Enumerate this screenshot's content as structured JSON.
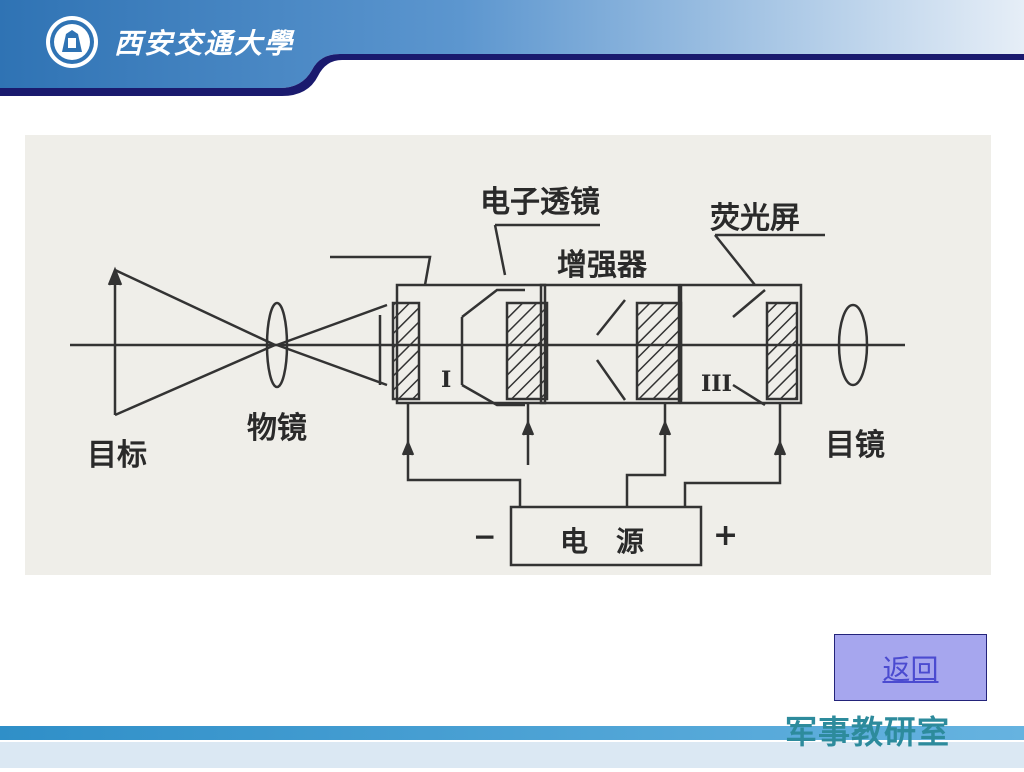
{
  "header": {
    "university_name": "西安交通大學",
    "colors": {
      "band": "#3a7fbe",
      "band_light": "#d9e6f2",
      "stripe": "#1a1a6e"
    }
  },
  "diagram": {
    "labels": {
      "electron_lens": "电子透镜",
      "intensifier": "增强器",
      "phosphor_screen": "荧光屏",
      "target": "目标",
      "objective": "物镜",
      "eyepiece": "目镜",
      "power_supply": "电　源",
      "minus": "−",
      "plus": "+",
      "stage_1": "I",
      "stage_3": "III"
    }
  },
  "nav": {
    "return_label": "返回"
  },
  "footer": {
    "department": "军事教研室"
  }
}
